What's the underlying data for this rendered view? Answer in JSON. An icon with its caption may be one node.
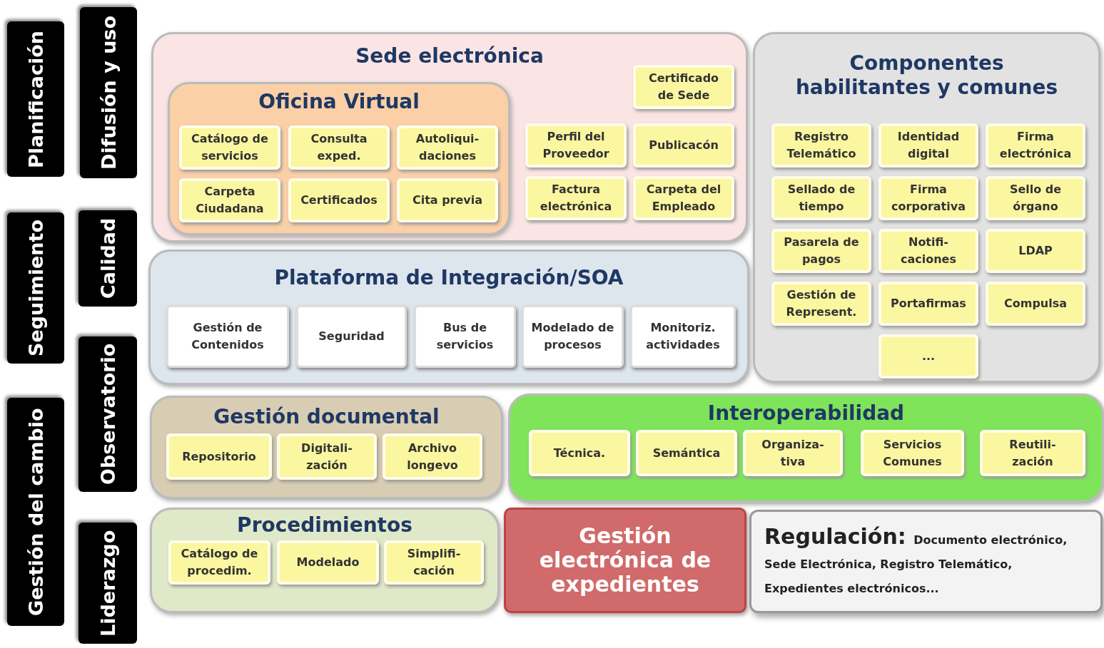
{
  "diagram": {
    "nodes": [
      {
        "text": [
          "Planificación"
        ]
      },
      {
        "text": [
          "Difusión y uso"
        ]
      },
      {
        "text": [
          "Seguimiento"
        ]
      },
      {
        "text": [
          "Calidad"
        ]
      },
      {
        "text": [
          "Gestión del cambio"
        ]
      },
      {
        "text": [
          "Observatorio"
        ]
      },
      {
        "text": [
          "Liderazgo"
        ]
      },
      {
        "text": [
          "Sede electrónica"
        ]
      },
      {
        "text": [
          "Oficina Virtual"
        ],
        "in": 7
      },
      {
        "text": [
          "Catálogo de servicios"
        ],
        "in": 8
      },
      {
        "text": [
          "Consulta exped."
        ],
        "in": 8
      },
      {
        "text": [
          "Autoliqui- daciones"
        ],
        "in": 8
      },
      {
        "text": [
          "Carpeta Ciudadana"
        ],
        "in": 8
      },
      {
        "text": [
          "Certificados"
        ],
        "in": 8
      },
      {
        "text": [
          "Cita previa"
        ],
        "in": 8
      },
      {
        "text": [
          "Certificado de Sede"
        ],
        "in": 7
      },
      {
        "text": [
          "Perfil del Proveedor"
        ],
        "in": 7
      },
      {
        "text": [
          "Publicacón"
        ],
        "in": 7
      },
      {
        "text": [
          "Factura electrónica"
        ],
        "in": 7
      },
      {
        "text": [
          "Carpeta del Empleado"
        ],
        "in": 7
      },
      {
        "text": [
          "Componentes habilitantes y comunes"
        ]
      },
      {
        "text": [
          "Registro Telemático"
        ],
        "in": 20
      },
      {
        "text": [
          "Identidad digital"
        ],
        "in": 20
      },
      {
        "text": [
          "Firma electrónica"
        ],
        "in": 20
      },
      {
        "text": [
          "Sellado de tiempo"
        ],
        "in": 20
      },
      {
        "text": [
          "Firma corporativa"
        ],
        "in": 20
      },
      {
        "text": [
          "Sello de órgano"
        ],
        "in": 20
      },
      {
        "text": [
          "Pasarela de pagos"
        ],
        "in": 20
      },
      {
        "text": [
          "Notifi- caciones"
        ],
        "in": 20
      },
      {
        "text": [
          "LDAP"
        ],
        "in": 20
      },
      {
        "text": [
          "Gestión de Represent."
        ],
        "in": 20
      },
      {
        "text": [
          "Portafirmas"
        ],
        "in": 20
      },
      {
        "text": [
          "Compulsa"
        ],
        "in": 20
      },
      {
        "text": [
          "..."
        ],
        "in": 20
      },
      {
        "text": [
          "Plataforma de Integración/SOA"
        ]
      },
      {
        "text": [
          "Gestión de Contenidos"
        ],
        "in": 34
      },
      {
        "text": [
          "Seguridad"
        ],
        "in": 34
      },
      {
        "text": [
          "Bus de servicios"
        ],
        "in": 34
      },
      {
        "text": [
          "Modelado de procesos"
        ],
        "in": 34
      },
      {
        "text": [
          "Monitoriz. actividades"
        ],
        "in": 34
      },
      {
        "text": [
          "Gestión documental"
        ]
      },
      {
        "text": [
          "Repositorio"
        ],
        "in": 40
      },
      {
        "text": [
          "Digitali- zación"
        ],
        "in": 40
      },
      {
        "text": [
          "Archivo longevo"
        ],
        "in": 40
      },
      {
        "text": [
          "Interoperabilidad"
        ]
      },
      {
        "text": [
          "Técnica."
        ],
        "in": 44
      },
      {
        "text": [
          "Semántica"
        ],
        "in": 44
      },
      {
        "text": [
          "Organiza- tiva"
        ],
        "in": 44
      },
      {
        "text": [
          "Servicios Comunes"
        ],
        "in": 44
      },
      {
        "text": [
          "Reutili- zación"
        ],
        "in": 44
      },
      {
        "text": [
          "Procedimientos"
        ]
      },
      {
        "text": [
          "Catálogo de procedim."
        ],
        "in": 50
      },
      {
        "text": [
          "Modelado"
        ],
        "in": 50
      },
      {
        "text": [
          "Simplifi- cación"
        ],
        "in": 50
      },
      {
        "text": [
          "Gestión electrónica de expedientes"
        ]
      },
      {
        "text": [
          "Regulación:",
          "Documento electrónico, Sede Electrónica, Registro Telemático, Expedientes electrónicos..."
        ]
      }
    ]
  }
}
